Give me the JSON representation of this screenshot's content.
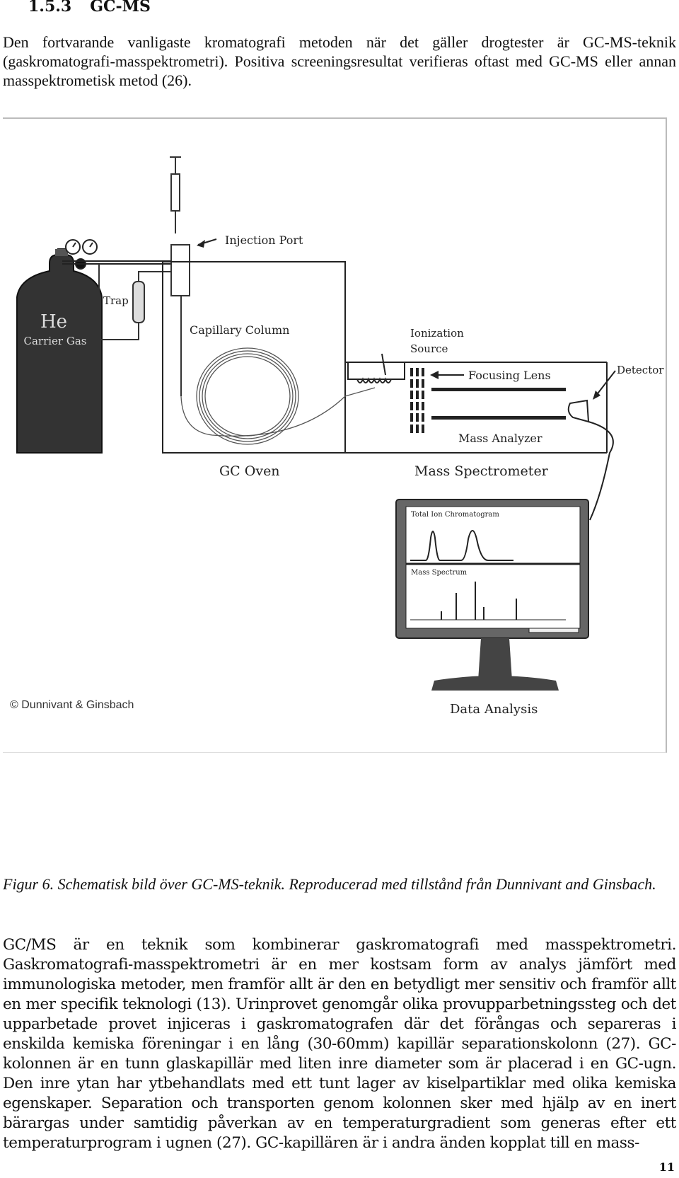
{
  "section": {
    "number": "1.5.3",
    "title": "GC-MS"
  },
  "intro_text": "Den fortvarande vanligaste kromatografi metoden när det gäller drogtester är GC-MS-teknik (gaskromatografi-masspektrometri). Positiva screeningsresultat verifieras oftast med GC-MS eller annan masspektrometisk metod (26).",
  "figure": {
    "labels": {
      "he": "He",
      "carrier_gas": "Carrier Gas",
      "trap": "Trap",
      "injection_port": "Injection Port",
      "capillary_column": "Capillary Column",
      "ionization": "Ionization",
      "source": "Source",
      "focusing_lens": "Focusing Lens",
      "detector": "Detector",
      "mass_analyzer": "Mass Analyzer",
      "gc_oven": "GC Oven",
      "mass_spectrometer": "Mass Spectrometer",
      "tic": "Total Ion Chromatogram",
      "mass_spectrum": "Mass Spectrum",
      "data_analysis": "Data Analysis",
      "copyright": "© Dunnivant & Ginsbach"
    }
  },
  "caption": "Figur 6. Schematisk bild över GC-MS-teknik. Reproducerad med tillstånd från Dunnivant and Ginsbach.",
  "body_text": "GC/MS är en teknik som kombinerar gaskromatografi med masspektrometri. Gaskromatografi-masspektrometri är en mer kostsam form av analys jämfört med immunologiska metoder, men framför allt är den en betydligt mer sensitiv och framför allt en mer specifik teknologi (13). Urinprovet genomgår olika provupparbetningssteg och det upparbetade provet injiceras i gaskromatografen där det förångas och separeras i enskilda kemiska föreningar i en lång (30-60mm) kapillär separationskolonn (27). GC-kolonnen är en tunn glaskapillär med liten inre diameter som är placerad i en GC-ugn. Den inre ytan har ytbehandlats med ett tunt lager av kiselpartiklar med olika kemiska egenskaper. Separation och transporten genom kolonnen sker med hjälp av en inert bärargas under samtidig påverkan av en temperaturgradient som generas efter ett temperaturprogram i ugnen (27). GC-kapillären är i andra änden kopplat till en mass-",
  "page_number": "11"
}
